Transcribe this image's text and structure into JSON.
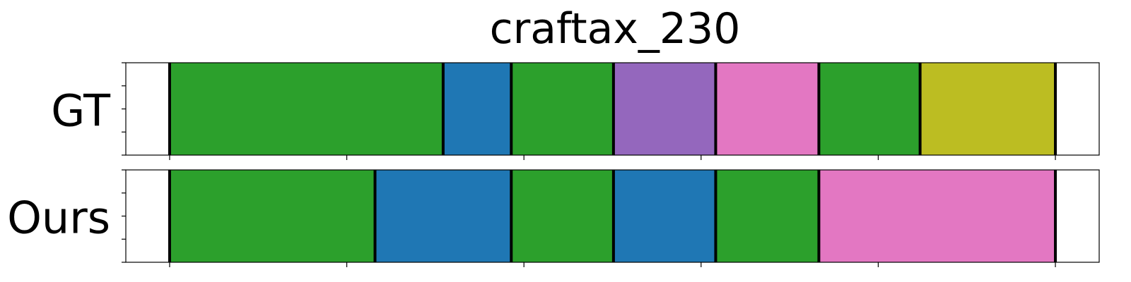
{
  "chart_data": {
    "type": "segmentation-timeline",
    "title": "craftax_230",
    "rows": [
      {
        "label": "GT",
        "segments": [
          {
            "start": 0.045,
            "end": 0.326,
            "color": "#2ca02c"
          },
          {
            "start": 0.326,
            "end": 0.396,
            "color": "#1f77b4"
          },
          {
            "start": 0.396,
            "end": 0.501,
            "color": "#2ca02c"
          },
          {
            "start": 0.501,
            "end": 0.606,
            "color": "#9467bd"
          },
          {
            "start": 0.606,
            "end": 0.712,
            "color": "#e377c2"
          },
          {
            "start": 0.712,
            "end": 0.816,
            "color": "#2ca02c"
          },
          {
            "start": 0.816,
            "end": 0.955,
            "color": "#bcbd22"
          }
        ]
      },
      {
        "label": "Ours",
        "segments": [
          {
            "start": 0.045,
            "end": 0.256,
            "color": "#2ca02c"
          },
          {
            "start": 0.256,
            "end": 0.396,
            "color": "#1f77b4"
          },
          {
            "start": 0.396,
            "end": 0.501,
            "color": "#2ca02c"
          },
          {
            "start": 0.501,
            "end": 0.606,
            "color": "#1f77b4"
          },
          {
            "start": 0.606,
            "end": 0.712,
            "color": "#2ca02c"
          },
          {
            "start": 0.712,
            "end": 0.955,
            "color": "#e377c2"
          }
        ]
      }
    ],
    "xlim": [
      0,
      1
    ],
    "x_ticks": [
      0.045,
      0.227,
      0.409,
      0.591,
      0.773,
      0.955
    ],
    "y_ticks_per_row": 5,
    "grid": false,
    "legend": "none"
  }
}
